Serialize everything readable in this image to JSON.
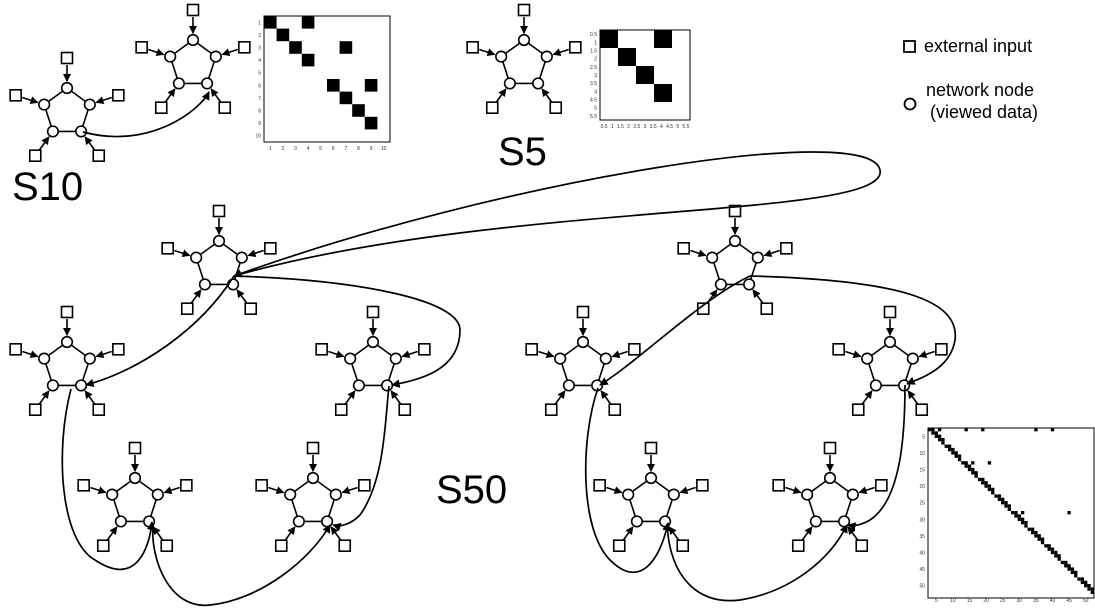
{
  "labels": {
    "s10": "S10",
    "s5": "S5",
    "s50": "S50"
  },
  "legend": {
    "external_input": "external input",
    "network_node_line1": "network node",
    "network_node_line2": "(viewed data)"
  },
  "colors": {
    "ink": "#000000",
    "background": "#ffffff",
    "matrix_cell": "#000000"
  },
  "matrices": {
    "s10": {
      "size": 10,
      "cells": [
        [
          1,
          1
        ],
        [
          1,
          4
        ],
        [
          2,
          2
        ],
        [
          3,
          3
        ],
        [
          3,
          7
        ],
        [
          4,
          4
        ],
        [
          6,
          6
        ],
        [
          6,
          9
        ],
        [
          7,
          7
        ],
        [
          8,
          8
        ],
        [
          9,
          9
        ]
      ],
      "x_ticks": [
        "1",
        "2",
        "3",
        "4",
        "5",
        "6",
        "7",
        "8",
        "9",
        "10"
      ],
      "y_ticks": [
        "1",
        "2",
        "3",
        "4",
        "5",
        "6",
        "7",
        "8",
        "9",
        "10"
      ]
    },
    "s5": {
      "size": 5,
      "cells": [
        [
          1,
          1
        ],
        [
          1,
          4
        ],
        [
          2,
          2
        ],
        [
          3,
          3
        ],
        [
          4,
          4
        ]
      ],
      "x_ticks": [
        "0.5",
        "1",
        "1.5",
        "2",
        "2.5",
        "3",
        "3.5",
        "4",
        "4.5",
        "5",
        "5.5"
      ],
      "y_ticks": [
        "0.5",
        "1",
        "1.5",
        "2",
        "2.5",
        "3",
        "3.5",
        "4",
        "4.5",
        "5",
        "5.5"
      ]
    },
    "s50": {
      "size": 50,
      "extra_cells": [
        [
          1,
          4
        ],
        [
          1,
          12
        ],
        [
          1,
          17
        ],
        [
          1,
          33
        ],
        [
          1,
          38
        ],
        [
          11,
          14
        ],
        [
          11,
          19
        ],
        [
          26,
          29
        ],
        [
          26,
          43
        ]
      ],
      "x_ticks": [
        "5",
        "10",
        "15",
        "20",
        "25",
        "30",
        "35",
        "40",
        "45",
        "50"
      ],
      "y_ticks": [
        "5",
        "10",
        "15",
        "20",
        "25",
        "30",
        "35",
        "40",
        "45",
        "50"
      ]
    }
  }
}
